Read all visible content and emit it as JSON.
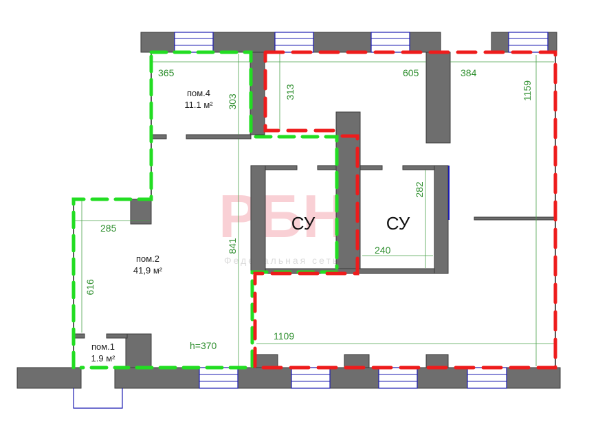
{
  "plan": {
    "rooms": [
      {
        "name": "пом.4",
        "area": "11.1 м²"
      },
      {
        "name": "пом.2",
        "area": "41,9 м²"
      },
      {
        "name": "пом.1",
        "area": "1.9 м²"
      }
    ],
    "sanitary_labels": [
      "СУ",
      "СУ"
    ],
    "dimensions": {
      "d365": "365",
      "d303": "303",
      "d313": "313",
      "d605": "605",
      "d384": "384",
      "d1159": "1159",
      "d282": "282",
      "d285": "285",
      "d841": "841",
      "d240": "240",
      "d616": "616",
      "h370": "h=370",
      "d1109": "1109"
    },
    "watermark": {
      "logo": "РБН",
      "subtitle": "Федеральная сеть"
    },
    "colors": {
      "green_boundary": "#22dd22",
      "red_boundary": "#ee1c1c",
      "wall": "#6e6e6e",
      "window": "#1a1ab0",
      "dimension": "#2f8f2f"
    }
  }
}
